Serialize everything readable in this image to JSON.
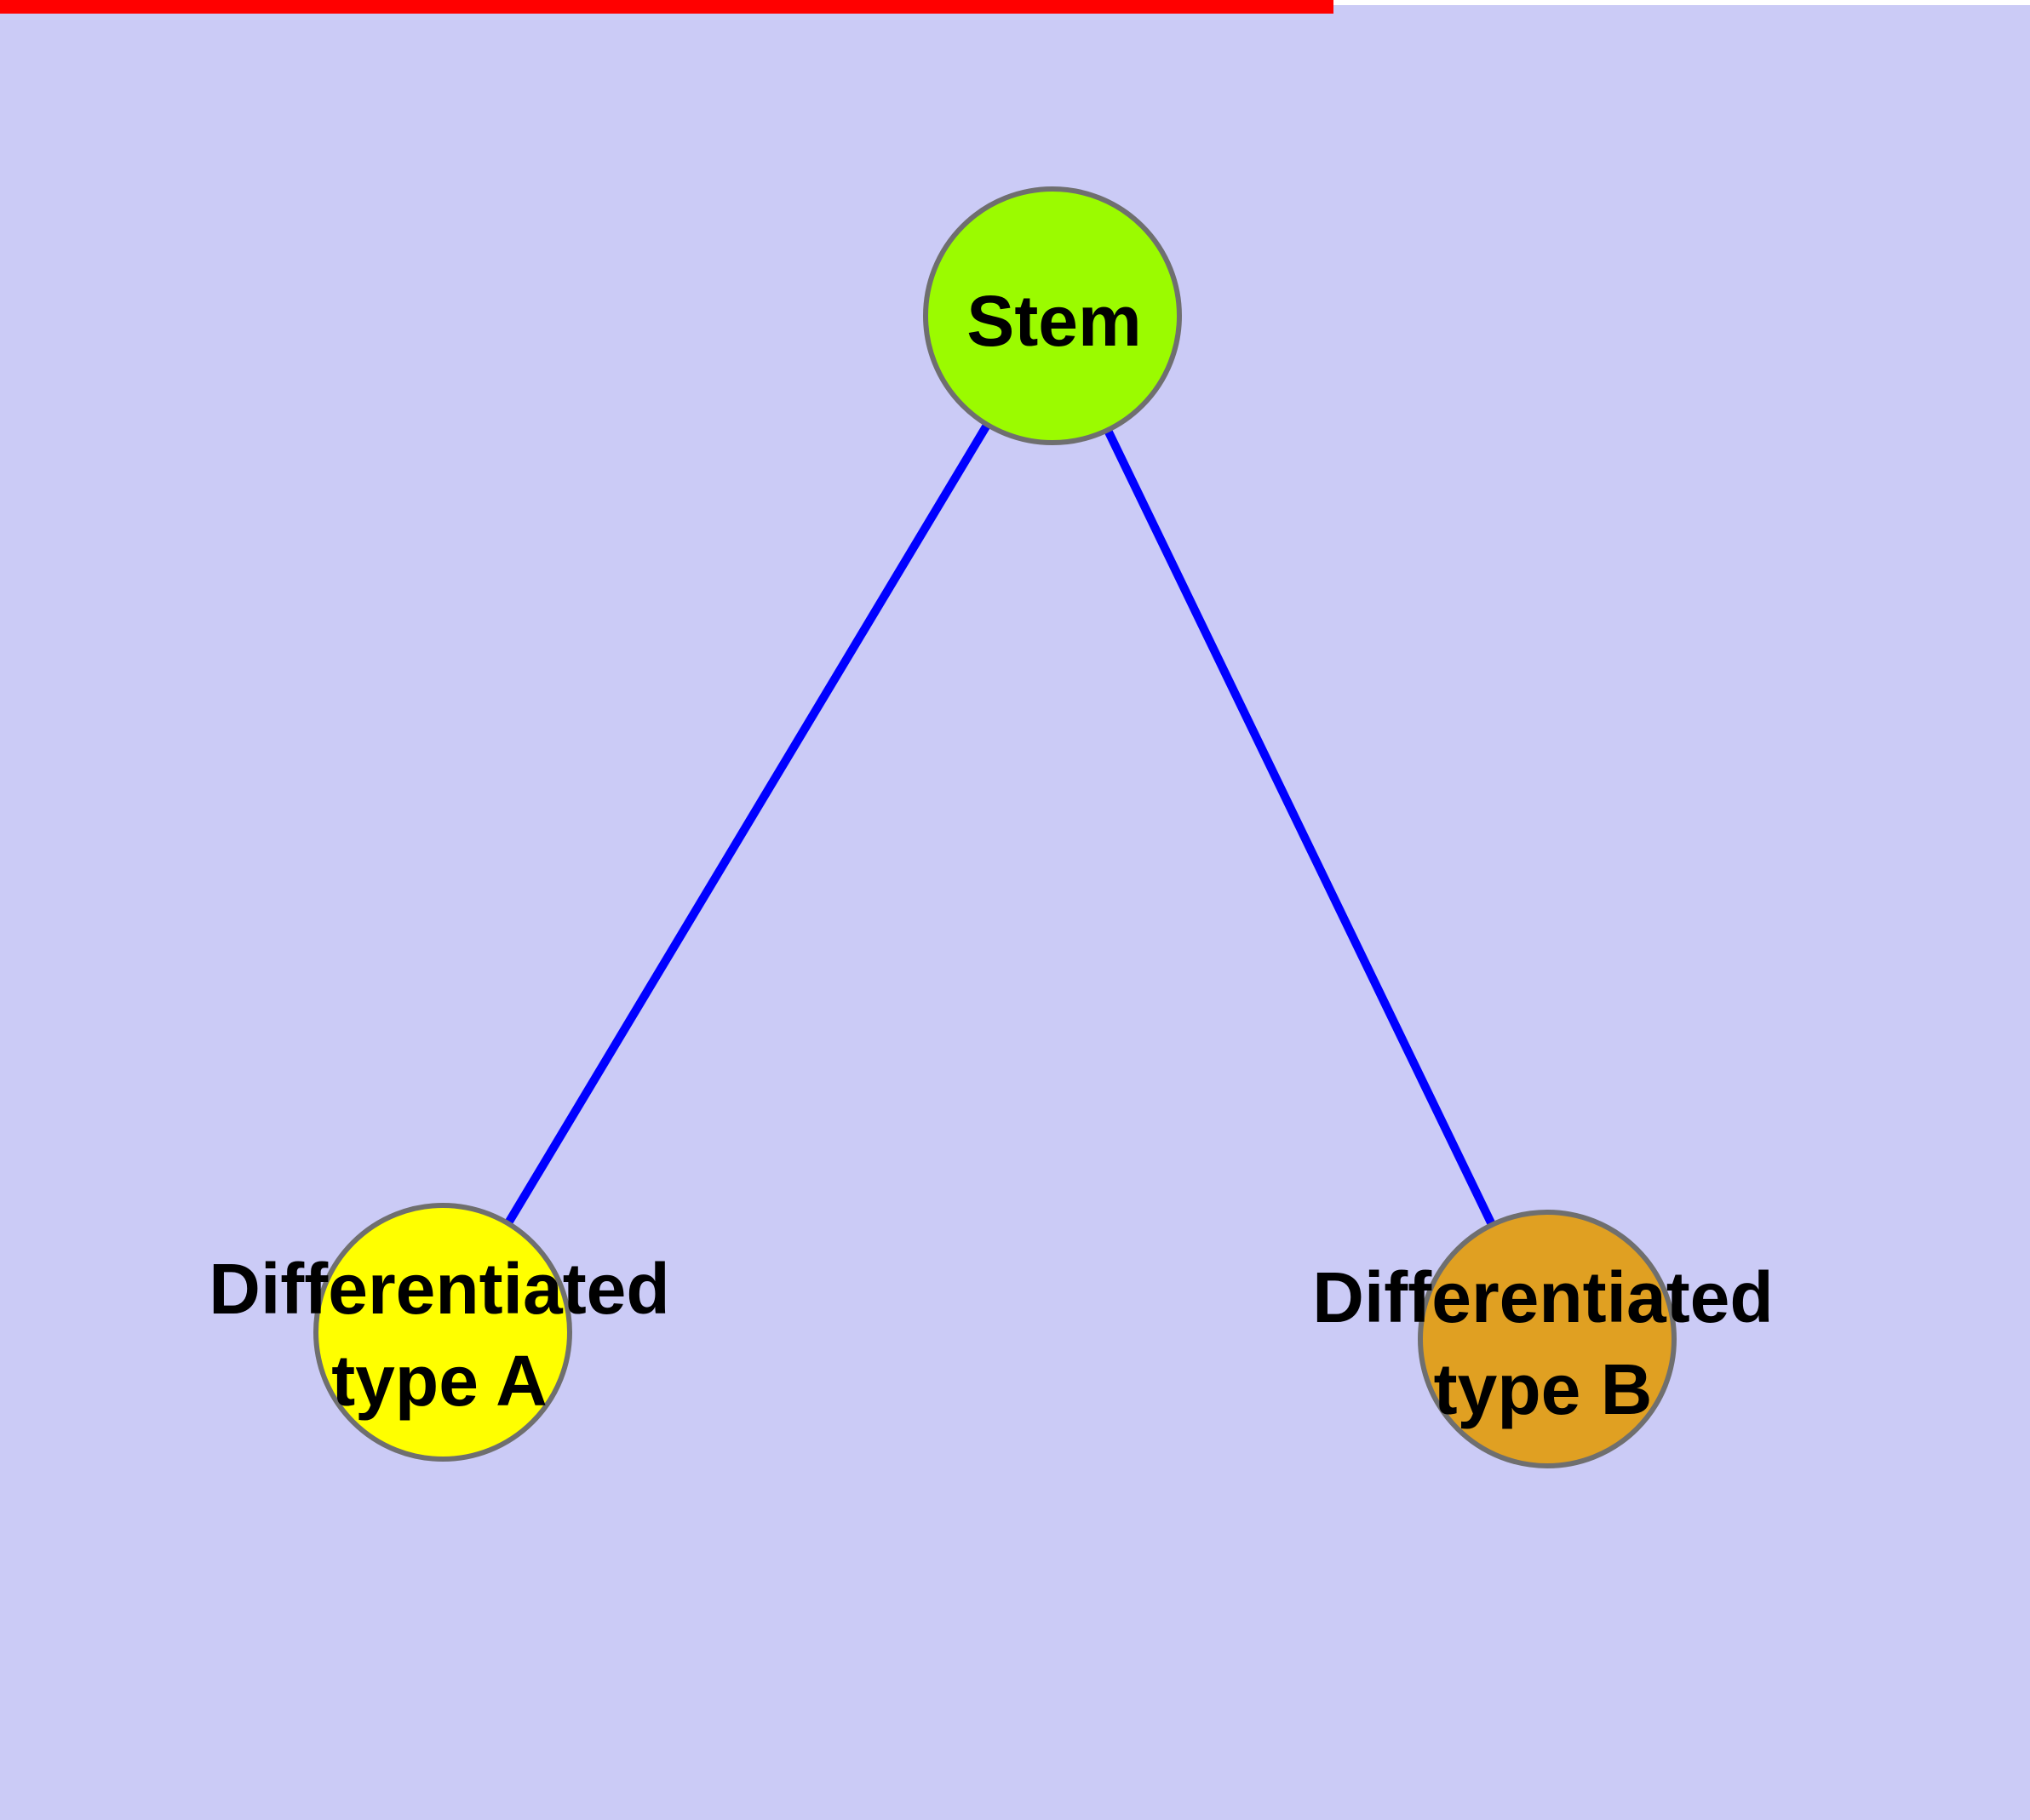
{
  "diagram": {
    "background_color": "#CBCBF6",
    "top_bar_color": "#FF0000",
    "node_border_color": "#6F6F6F",
    "edge_color": "#0000FF",
    "nodes": {
      "stem": {
        "label": "Stem",
        "fill": "#9BFB00"
      },
      "type_a": {
        "line1": "Differentiated",
        "line2": "type A",
        "fill": "#FFFF00"
      },
      "type_b": {
        "line1": "Differentiated",
        "line2": "type B",
        "fill": "#E0A022"
      }
    },
    "edges": {
      "items": [
        {
          "from": "Stem",
          "to": "Differentiated type A"
        },
        {
          "from": "Stem",
          "to": "Differentiated type B"
        }
      ]
    }
  }
}
